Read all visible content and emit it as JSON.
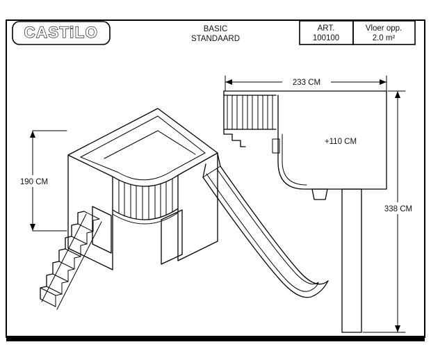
{
  "header": {
    "logo": "CASTiLO",
    "title_line1": "BASIC",
    "title_line2": "STANDAARD",
    "art_label": "ART.",
    "art_number": "100100",
    "floor_label": "Vloer opp.",
    "floor_value": "2.0 m²"
  },
  "dimensions": {
    "width": "233 CM",
    "platform_height": "+110 CM",
    "total_height": "338 CM",
    "stair_rail_height": "190 CM"
  },
  "drawing": {
    "views": [
      "isometric-playhouse-with-stairs-and-slide",
      "side-elevation"
    ],
    "colors": {
      "line": "#000000",
      "background": "#ffffff"
    }
  }
}
